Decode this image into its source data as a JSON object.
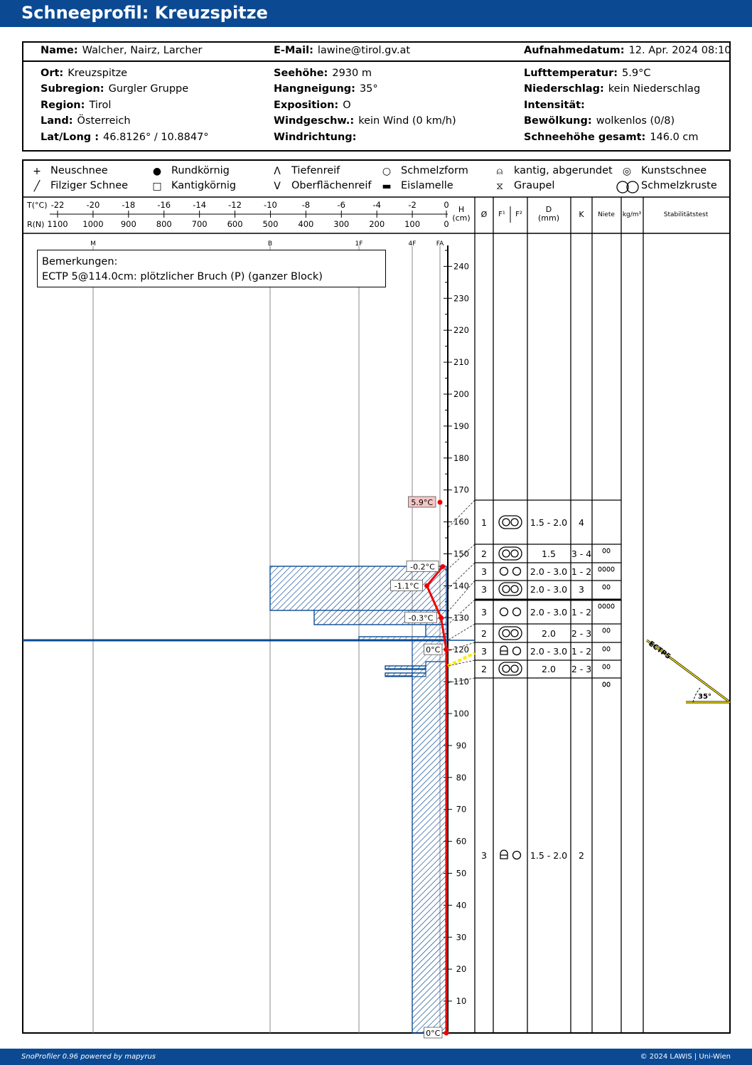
{
  "header": {
    "title": "Schneeprofil: Kreuzspitze"
  },
  "meta": {
    "name_label": "Name:",
    "name": "Walcher, Nairz, Larcher",
    "email_label": "E-Mail:",
    "email": "lawine@tirol.gv.at",
    "date_label": "Aufnahmedatum:",
    "date": "12. Apr. 2024 08:10",
    "ort_label": "Ort:",
    "ort": "Kreuzspitze",
    "subregion_label": "Subregion:",
    "subregion": "Gurgler Gruppe",
    "region_label": "Region:",
    "region": "Tirol",
    "land_label": "Land:",
    "land": "Österreich",
    "latlong_label": "Lat/Long :",
    "latlong": "46.8126° / 10.8847°",
    "seehoehe_label": "Seehöhe:",
    "seehoehe": "2930 m",
    "hangneigung_label": "Hangneigung:",
    "hangneigung": "35°",
    "exposition_label": "Exposition:",
    "exposition": "O",
    "windgeschw_label": "Windgeschw.:",
    "windgeschw": "kein Wind (0 km/h)",
    "windrichtung_label": "Windrichtung:",
    "windrichtung": "",
    "lufttemp_label": "Lufttemperatur:",
    "lufttemp": "5.9°C",
    "niederschlag_label": "Niederschlag:",
    "niederschlag": "kein Niederschlag",
    "intensitaet_label": "Intensität:",
    "intensitaet": "",
    "bewoelkung_label": "Bewölkung:",
    "bewoelkung": "wolkenlos (0/8)",
    "schneehoehe_label": "Schneehöhe gesamt:",
    "schneehoehe": "146.0 cm"
  },
  "legend": {
    "neuschnee": "Neuschnee",
    "filziger": "Filziger Schnee",
    "rundkoernig": "Rundkörnig",
    "kantigkoernig": "Kantigkörnig",
    "tiefenreif": "Tiefenreif",
    "oberflaechenreif": "Oberflächenreif",
    "schmelzform": "Schmelzform",
    "eislamelle": "Eislamelle",
    "kantig_abgerundet": "kantig, abgerundet",
    "graupel": "Graupel",
    "kunstschnee": "Kunstschnee",
    "schmelzkruste": "Schmelzkruste"
  },
  "axis": {
    "t_label": "T(°C)",
    "r_label": "R(N)",
    "t_ticks": [
      "-22",
      "-20",
      "-18",
      "-16",
      "-14",
      "-12",
      "-10",
      "-8",
      "-6",
      "-4",
      "-2",
      "0"
    ],
    "r_ticks": [
      "1100",
      "1000",
      "900",
      "800",
      "700",
      "600",
      "500",
      "400",
      "300",
      "200",
      "100",
      "0"
    ],
    "hardness_labels": [
      "M",
      "B",
      "1F",
      "4F",
      "FA"
    ],
    "h_label": "H",
    "h_unit": "(cm)",
    "h_ticks": [
      "240",
      "230",
      "220",
      "210",
      "200",
      "190",
      "180",
      "170",
      "160",
      "150",
      "140",
      "130",
      "120",
      "110",
      "100",
      "90",
      "80",
      "70",
      "60",
      "50",
      "40",
      "30",
      "20",
      "10"
    ]
  },
  "columns": {
    "moisture": "Ø",
    "f1": "F¹",
    "f2": "F²",
    "d": "D",
    "d_unit": "(mm)",
    "k": "K",
    "niete": "Niete",
    "density": "kg/m³",
    "stab": "Stabilitätstest"
  },
  "remarks": {
    "title": "Bemerkungen:",
    "text": "ECTP 5@114.0cm: plötzlicher Bruch (P) (ganzer Block)"
  },
  "temps": [
    {
      "label": "5.9°C",
      "h": 164,
      "t": 5.9,
      "air": true
    },
    {
      "label": "-0.2°C",
      "h": 146,
      "t": -0.2
    },
    {
      "label": "-1.1°C",
      "h": 140,
      "t": -1.1
    },
    {
      "label": "-0.3°C",
      "h": 130,
      "t": -0.3
    },
    {
      "label": "0°C",
      "h": 120,
      "t": 0
    },
    {
      "label": "0°C",
      "h": 0,
      "t": 0
    }
  ],
  "layers": [
    {
      "moisture": "1",
      "d": "1.5 - 2.0",
      "k": "4"
    },
    {
      "moisture": "2",
      "d": "1.5",
      "k": "3 - 4"
    },
    {
      "moisture": "3",
      "d": "2.0 - 3.0",
      "k": "1 - 2"
    },
    {
      "moisture": "3",
      "d": "2.0 - 3.0",
      "k": "3"
    },
    {
      "moisture": "3",
      "d": "2.0 - 3.0",
      "k": "1 - 2"
    },
    {
      "moisture": "2",
      "d": "2.0",
      "k": "2 - 3"
    },
    {
      "moisture": "3",
      "d": "2.0 - 3.0",
      "k": "1 - 2"
    },
    {
      "moisture": "2",
      "d": "2.0",
      "k": "2 - 3"
    },
    {
      "moisture": "3",
      "d": "1.5 - 2.0",
      "k": "2"
    }
  ],
  "stability": {
    "test": "ECTP5",
    "slope": "35°"
  },
  "footer": {
    "left": "SnoProfiler 0.96 powered by mapyrus",
    "right": "© 2024 LAWIS | Uni-Wien"
  }
}
